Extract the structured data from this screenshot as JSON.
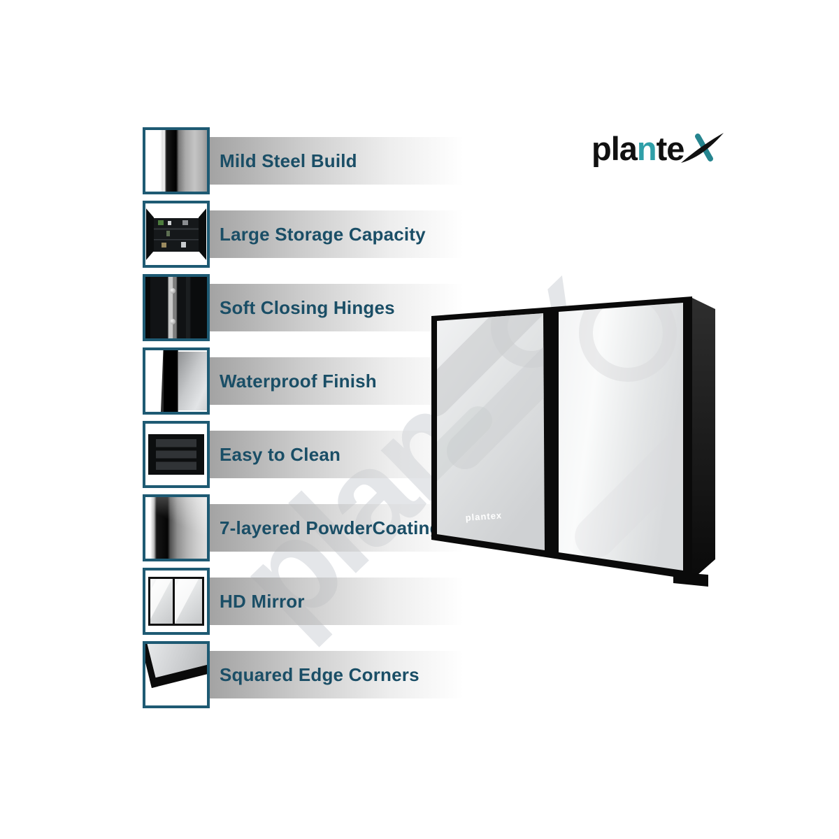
{
  "brand": {
    "name": "plantex",
    "logo_segments": {
      "pre": "pla",
      "teal": "n",
      "mid": "te"
    },
    "accent_color": "#2f9fa8"
  },
  "watermark": {
    "text": "plantex",
    "color": "#e4e6e9"
  },
  "features": [
    {
      "label": "Mild Steel Build",
      "thumb": "steel-sheet-edge-thumbnail"
    },
    {
      "label": "Large Storage Capacity",
      "thumb": "open-cabinet-storage-thumbnail"
    },
    {
      "label": "Soft Closing Hinges",
      "thumb": "hinge-closeup-thumbnail"
    },
    {
      "label": "Waterproof Finish",
      "thumb": "cabinet-side-waterproof-thumbnail"
    },
    {
      "label": "Easy to Clean",
      "thumb": "empty-shelves-thumbnail"
    },
    {
      "label": "7-layered PowderCoating",
      "thumb": "powder-coating-layers-thumbnail"
    },
    {
      "label": "HD Mirror",
      "thumb": "mirror-front-thumbnail"
    },
    {
      "label": "Squared Edge Corners",
      "thumb": "squared-corner-thumbnail"
    }
  ],
  "product": {
    "door_logo": "plantex"
  },
  "colors": {
    "feature_text": "#1a4e66",
    "thumb_border": "#1e5a73",
    "band_gray": "#b0b0b0",
    "frame_black": "#0a0a0a",
    "accent_teal": "#2f9fa8",
    "watermark_gray": "#e4e6e9"
  }
}
